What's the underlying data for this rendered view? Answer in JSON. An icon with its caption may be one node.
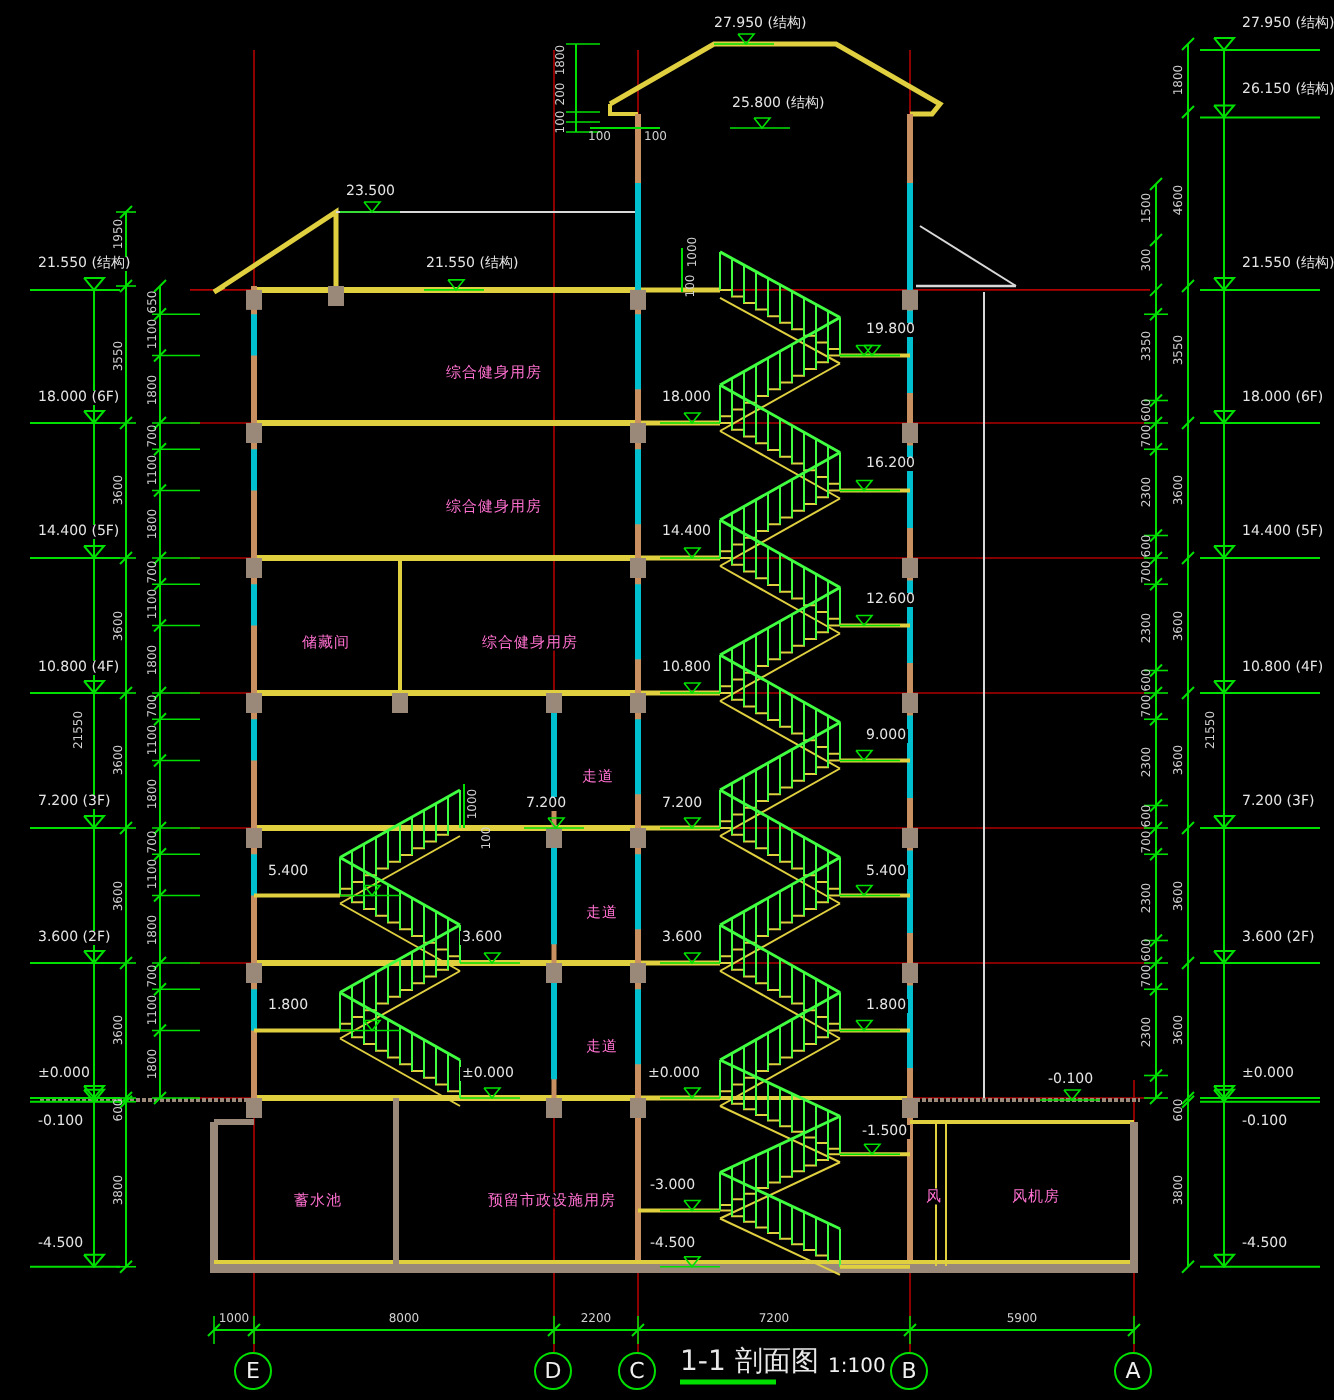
{
  "diagram": {
    "title": "1-1 剖面图",
    "nodes": [
      {
        "text": [
          "E"
        ]
      },
      {
        "text": [
          "D"
        ]
      },
      {
        "text": [
          "C"
        ]
      },
      {
        "text": [
          "B"
        ]
      },
      {
        "text": [
          "A"
        ]
      }
    ],
    "labels": [
      "27.950 (结构)",
      "27.950 (结构)",
      "1800",
      "26.150 (结构)",
      "1800",
      "25.800 (结构)",
      "200",
      "100",
      "100",
      "100",
      "1500",
      "4600",
      "23.500",
      "300",
      "1950",
      "21.550 (结构)",
      "21.550 (结构)",
      "1000",
      "100",
      "21.550 (结构)",
      "650",
      "1100",
      "3550",
      "1800",
      "综合健身用房",
      "3350",
      "3550",
      "19.800",
      "18.000 (6F)",
      "18.000",
      "18.000 (6F)",
      "700",
      "1100",
      "3600",
      "1800",
      "综合健身用房",
      "600",
      "700",
      "2300",
      "3600",
      "16.200",
      "14.400 (5F)",
      "14.400",
      "14.400 (5F)",
      "700",
      "1100",
      "3600",
      "1800",
      "储藏间",
      "综合健身用房",
      "600",
      "700",
      "2300",
      "3600",
      "12.600",
      "10.800 (4F)",
      "10.800",
      "10.800 (4F)",
      "21550",
      "21550",
      "700",
      "1100",
      "3600",
      "1800",
      "走道",
      "600",
      "700",
      "2300",
      "3600",
      "9.000",
      "1000",
      "7.200 (3F)",
      "7.200",
      "7.200",
      "7.200 (3F)",
      "700",
      "100",
      "1100",
      "3600",
      "1800",
      "5.400",
      "走道",
      "600",
      "700",
      "2300",
      "3600",
      "5.400",
      "3.600 (2F)",
      "3.600",
      "3.600",
      "3.600 (2F)",
      "700",
      "1100",
      "3600",
      "1800",
      "1.800",
      "走道",
      "600",
      "700",
      "2300",
      "3600",
      "1.800",
      "±0.000",
      "±0.000",
      "±0.000",
      "-0.100",
      "±0.000",
      "-0.100",
      "600",
      "-1.500",
      "600",
      "-0.100",
      "3800",
      "蓄水池",
      "预留市政设施用房",
      "-3.000",
      "风",
      "风机房",
      "3800",
      "-4.500",
      "-4.500",
      "-4.500",
      "1000",
      "8000",
      "2200",
      "7200",
      "5900",
      "1:100"
    ]
  }
}
